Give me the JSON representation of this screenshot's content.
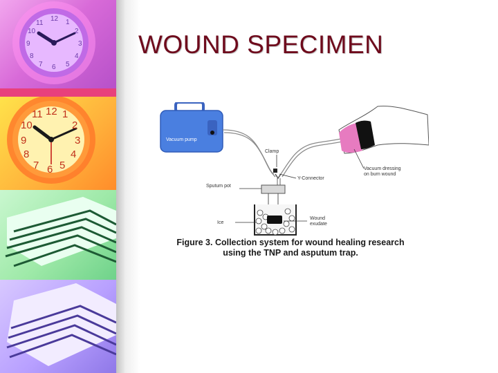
{
  "slide": {
    "title": "WOUND SPECIMEN"
  },
  "decorations": {
    "clock_purple": {
      "numerals": [
        "12",
        "1",
        "2",
        "3",
        "4",
        "5",
        "6",
        "7",
        "8",
        "9",
        "10",
        "11"
      ]
    },
    "clock_orange": {
      "numerals": [
        "12",
        "1",
        "2",
        "3",
        "4",
        "5",
        "6",
        "7",
        "8",
        "9",
        "10",
        "11"
      ]
    }
  },
  "figure": {
    "labels": {
      "vacuum_pump": "Vacuum pump",
      "clamp": "Clamp",
      "y_connector": "Y-Connector",
      "vacuum_dressing_line1": "Vacuum dressing",
      "vacuum_dressing_line2": "on burn wound",
      "sputum_pot": "Sputum pot",
      "ice": "Ice",
      "wound_exudate_line1": "Wound",
      "wound_exudate_line2": "exudate"
    },
    "caption_line1": "Figure 3. Collection system for wound healing research",
    "caption_line2": "using the TNP and asputum trap."
  },
  "colors": {
    "title": "#6e0a1c",
    "pump_body": "#4a7fe0",
    "dressing": "#e77bc0"
  }
}
